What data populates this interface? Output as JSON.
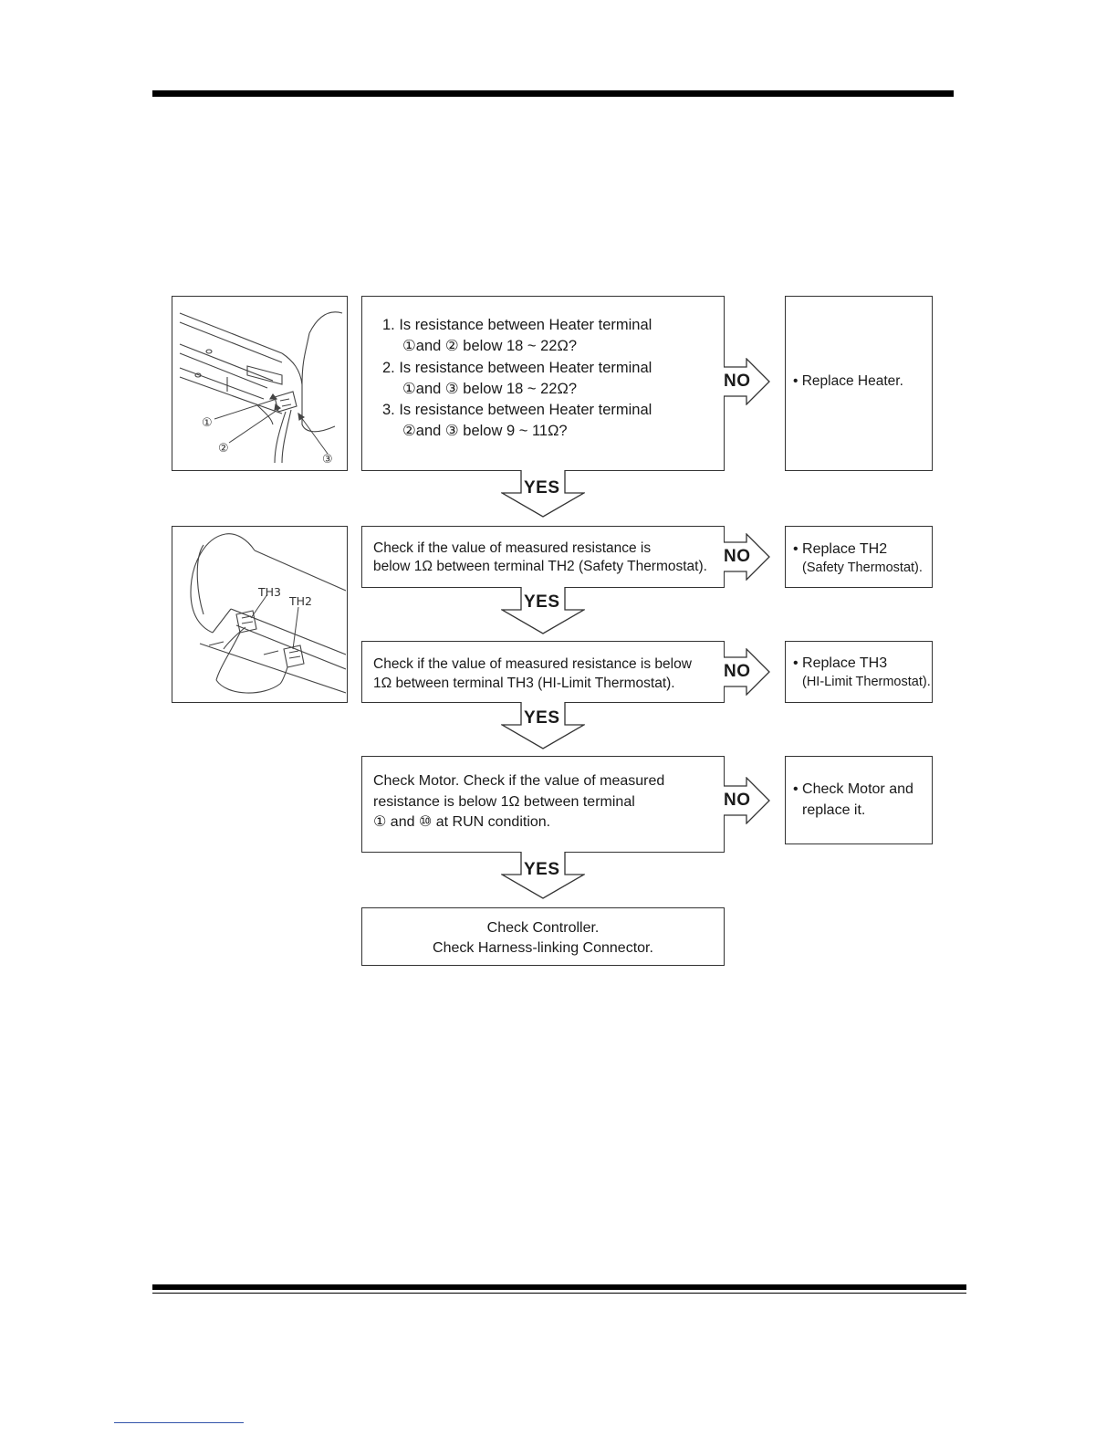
{
  "steps": {
    "step1": {
      "lines": [
        "1. Is resistance between Heater terminal",
        "①and ② below 18 ~ 22Ω?",
        "2. Is resistance between Heater terminal",
        "①and ③ below 18 ~ 22Ω?",
        "3. Is resistance between Heater terminal",
        "②and ③ below 9 ~ 11Ω?"
      ],
      "no_label": "NO",
      "yes_label": "YES",
      "action": "• Replace Heater."
    },
    "step2": {
      "lines": [
        "Check if the value of measured resistance is",
        "below 1Ω between terminal TH2 (Safety Thermostat)."
      ],
      "no_label": "NO",
      "yes_label": "YES",
      "action_line1": "• Replace TH2",
      "action_line2": "(Safety Thermostat)."
    },
    "step3": {
      "lines": [
        "Check if the value of measured resistance is below",
        "1Ω between terminal TH3 (HI-Limit Thermostat)."
      ],
      "no_label": "NO",
      "yes_label": "YES",
      "action_line1": "• Replace TH3",
      "action_line2": "(HI-Limit Thermostat)."
    },
    "step4": {
      "lines": [
        "Check Motor. Check if the value of measured",
        "resistance is below 1Ω between terminal",
        "① and ⑩ at RUN condition."
      ],
      "no_label": "NO",
      "yes_label": "YES",
      "action_line1": "• Check Motor and",
      "action_line2": "replace it."
    },
    "final": {
      "line1": "Check Controller.",
      "line2": "Check Harness-linking Connector."
    }
  },
  "illustrations": {
    "heater": {
      "labels": [
        "①",
        "②",
        "③"
      ]
    },
    "thermostat": {
      "labels": [
        "TH3",
        "TH2"
      ]
    }
  }
}
